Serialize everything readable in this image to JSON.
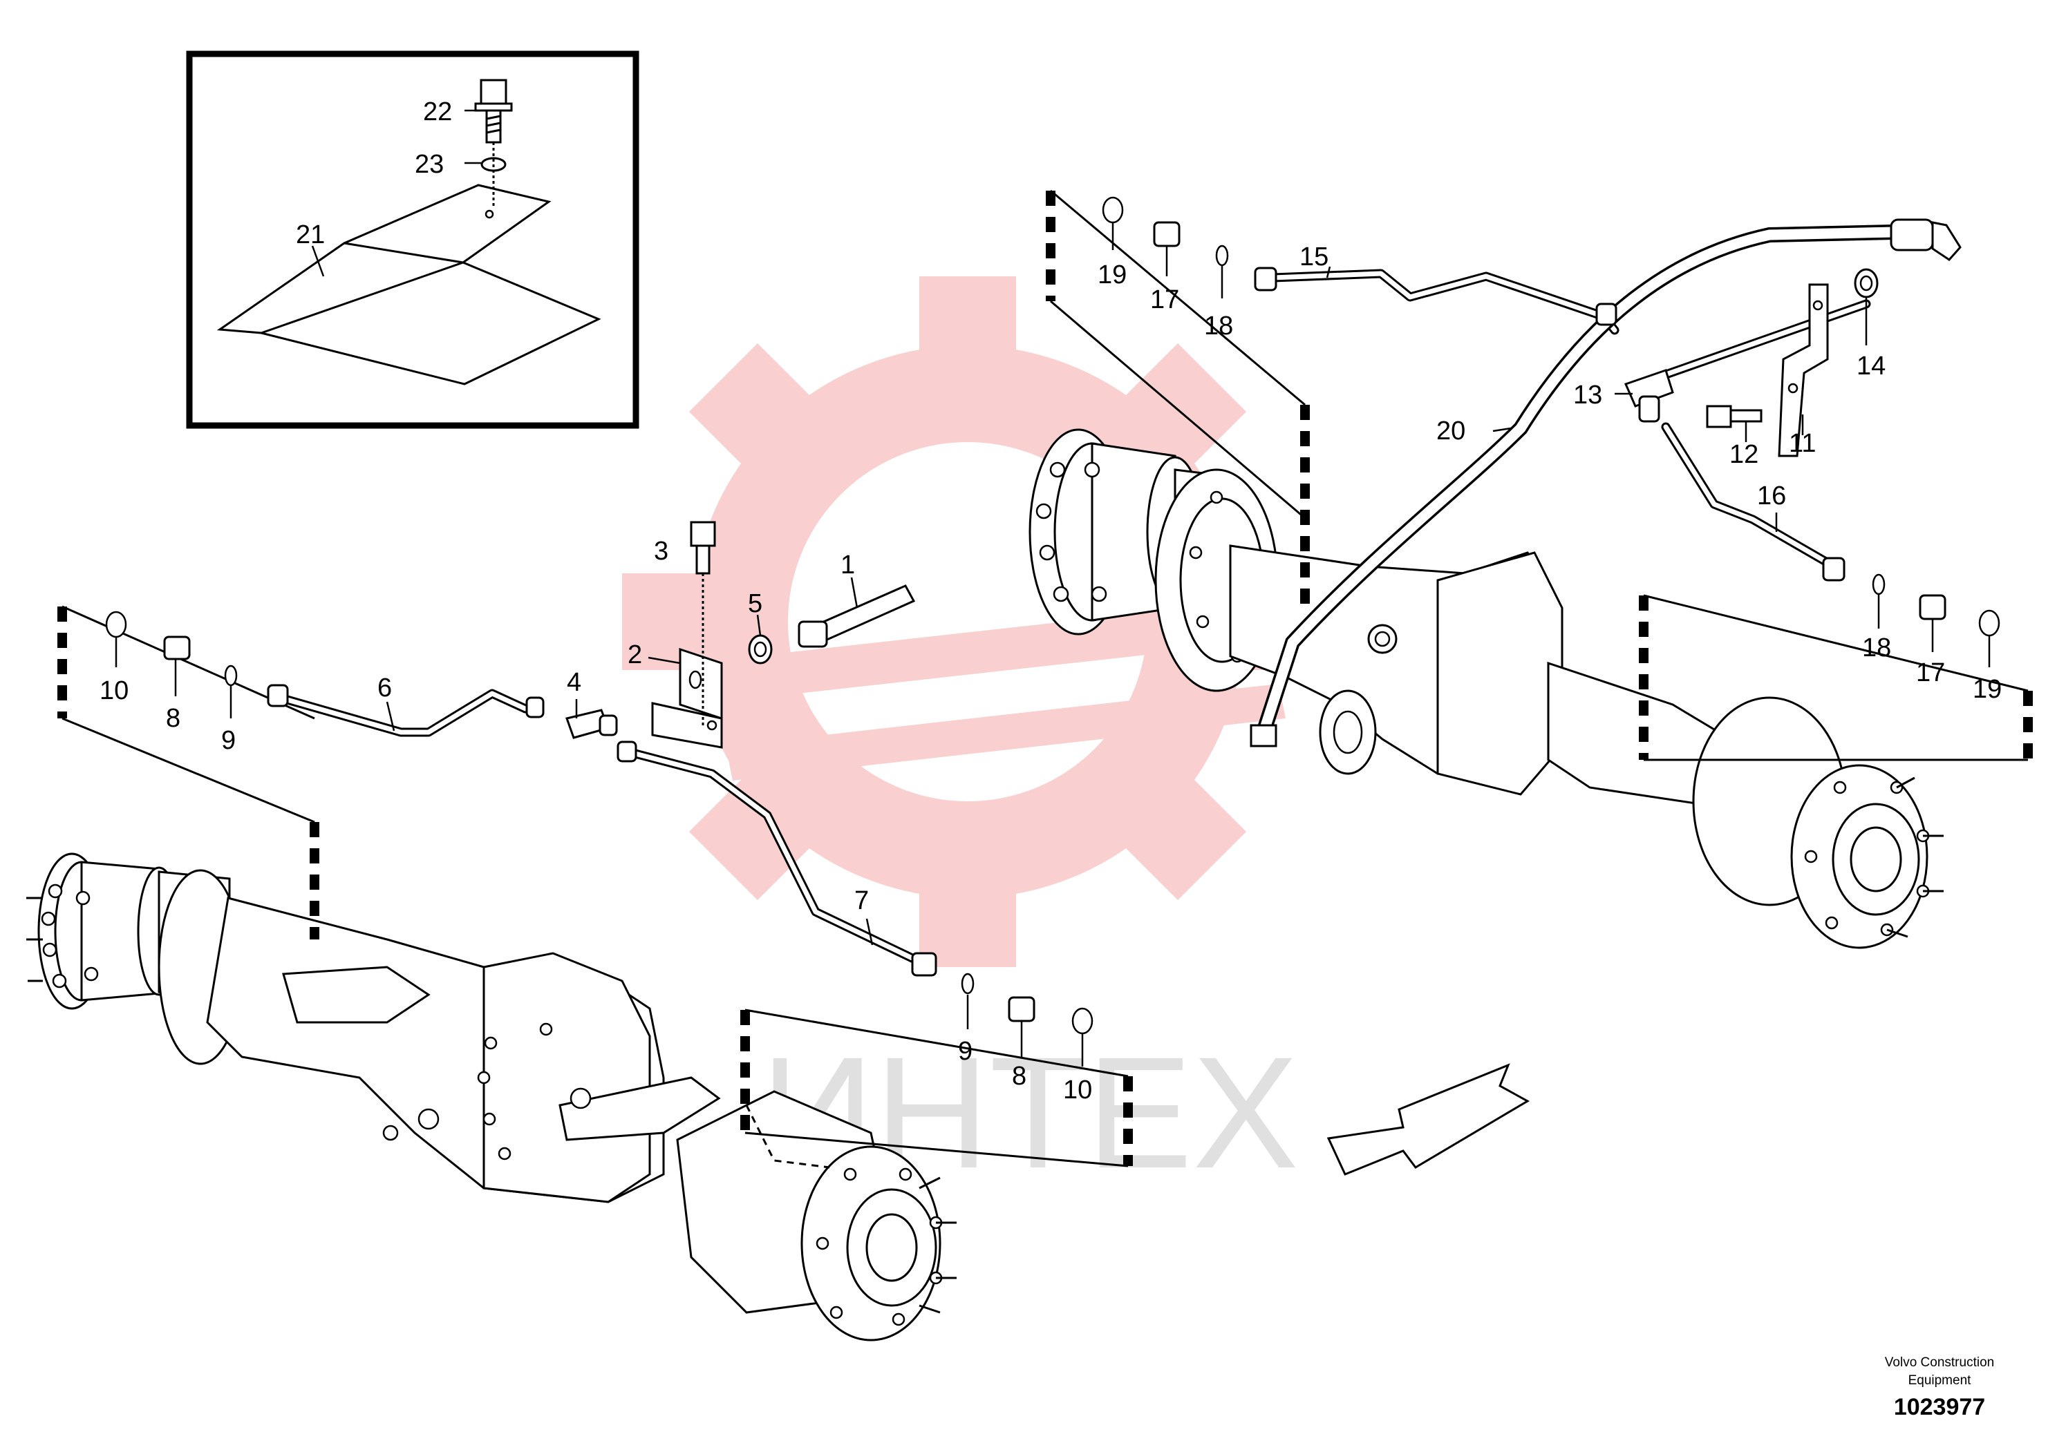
{
  "callouts": [
    {
      "id": "c1",
      "text": "1"
    },
    {
      "id": "c2",
      "text": "2"
    },
    {
      "id": "c3",
      "text": "3"
    },
    {
      "id": "c4",
      "text": "4"
    },
    {
      "id": "c5",
      "text": "5"
    },
    {
      "id": "c6",
      "text": "6"
    },
    {
      "id": "c7",
      "text": "7"
    },
    {
      "id": "c8a",
      "text": "8"
    },
    {
      "id": "c8b",
      "text": "8"
    },
    {
      "id": "c9a",
      "text": "9"
    },
    {
      "id": "c9b",
      "text": "9"
    },
    {
      "id": "c10a",
      "text": "10"
    },
    {
      "id": "c10b",
      "text": "10"
    },
    {
      "id": "c11",
      "text": "11"
    },
    {
      "id": "c12",
      "text": "12"
    },
    {
      "id": "c13",
      "text": "13"
    },
    {
      "id": "c14",
      "text": "14"
    },
    {
      "id": "c15",
      "text": "15"
    },
    {
      "id": "c16",
      "text": "16"
    },
    {
      "id": "c17a",
      "text": "17"
    },
    {
      "id": "c17b",
      "text": "17"
    },
    {
      "id": "c18a",
      "text": "18"
    },
    {
      "id": "c18b",
      "text": "18"
    },
    {
      "id": "c19a",
      "text": "19"
    },
    {
      "id": "c19b",
      "text": "19"
    },
    {
      "id": "c20",
      "text": "20"
    },
    {
      "id": "c21",
      "text": "21"
    },
    {
      "id": "c22",
      "text": "22"
    },
    {
      "id": "c23",
      "text": "23"
    }
  ],
  "watermark": {
    "text": "ИНТЕХ",
    "color": "#f06a6a"
  },
  "footer": {
    "company_line1": "Volvo Construction",
    "company_line2": "Equipment",
    "drawing_number": "1023977"
  },
  "colors": {
    "ink": "#000000",
    "paper": "#ffffff",
    "watermark_logo": "#f7b9b9",
    "watermark_text": "#c8c8c8"
  },
  "icons": [
    "direction-arrow-icon"
  ]
}
